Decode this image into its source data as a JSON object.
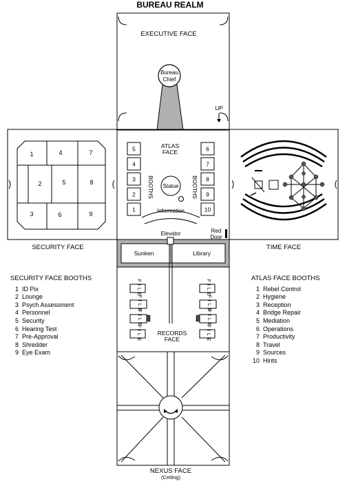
{
  "title": "BUREAU REALM",
  "faces": {
    "executive": "EXECUTIVE  FACE",
    "bureau_chief": [
      "Bureau",
      "Chief"
    ],
    "up": "UP",
    "atlas": [
      "ATLAS",
      "FACE"
    ],
    "statue": "Statue",
    "booths_left": "BOOTHS",
    "booths_right": "BOOTHS",
    "information": "Information",
    "security": "SECURITY  FACE",
    "time": "TIME  FACE",
    "elevator": "Elevator",
    "red_door": [
      "Red",
      "Door"
    ],
    "sunken": "Sunken",
    "library": "Library",
    "records": [
      "RECORDS",
      "FACE"
    ],
    "file_label": "FILE",
    "nexus": "NEXUS  FACE",
    "ceiling": "(Ceiling)"
  },
  "security_rooms": [
    "1",
    "2",
    "3",
    "4",
    "5",
    "6",
    "7",
    "8",
    "9"
  ],
  "atlas_booths_left": [
    "5",
    "4",
    "3",
    "2",
    "1"
  ],
  "atlas_booths_right": [
    "6",
    "7",
    "8",
    "9",
    "10"
  ],
  "security_booths": {
    "title": "SECURITY  FACE  BOOTHS",
    "items": [
      {
        "num": "1",
        "label": "ID Pix"
      },
      {
        "num": "2",
        "label": "Lounge"
      },
      {
        "num": "3",
        "label": "Psych Assessment"
      },
      {
        "num": "4",
        "label": "Personnel"
      },
      {
        "num": "5",
        "label": "Security"
      },
      {
        "num": "6",
        "label": "Hearing Test"
      },
      {
        "num": "7",
        "label": "Pre-Approval"
      },
      {
        "num": "8",
        "label": "Shredder"
      },
      {
        "num": "9",
        "label": "Eye Exam"
      }
    ]
  },
  "atlas_booths": {
    "title": "ATLAS  FACE  BOOTHS",
    "items": [
      {
        "num": "1",
        "label": "Rebel Control"
      },
      {
        "num": "2",
        "label": "Hygiene"
      },
      {
        "num": "3",
        "label": "Reception"
      },
      {
        "num": "4",
        "label": "Bridge Repair"
      },
      {
        "num": "5",
        "label": "Mediation"
      },
      {
        "num": "6",
        "label": "Operations"
      },
      {
        "num": "7",
        "label": "Productivity"
      },
      {
        "num": "8",
        "label": "Travel"
      },
      {
        "num": "9",
        "label": "Sources"
      },
      {
        "num": "10",
        "label": "Hints"
      }
    ]
  },
  "colors": {
    "line": "#000000",
    "corridor_gray": "#b0b0b0",
    "background": "#ffffff"
  }
}
